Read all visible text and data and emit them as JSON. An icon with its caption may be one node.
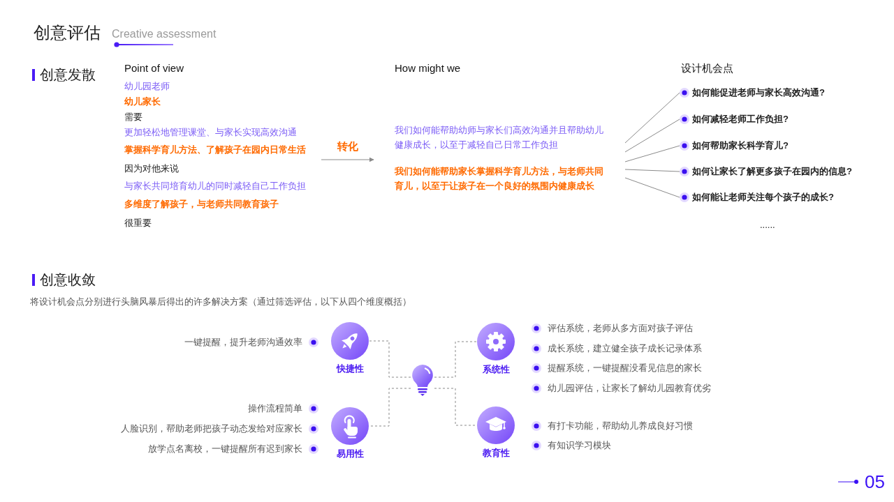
{
  "diagram": {
    "title": "创意评估",
    "nodes": [
      {
        "text": [
          "幼儿园老师",
          "幼儿家长",
          "需要",
          "更加轻松地管理课堂、与家长实现高效沟通",
          "掌握科学育儿方法、了解孩子在园内日常生活",
          "因为对他来说",
          "与家长共同培育幼儿的同时减轻自己工作负担",
          "多维度了解孩子，与老师共同教育孩子",
          "很重要"
        ]
      },
      {
        "text": [
          "我们如何能帮助幼师与家长们高效沟通并且帮助幼儿健康成长，以至于减轻自己日常工作负担",
          "我们如何能帮助家长掌握科学育儿方法，与老师共同育儿，以至于让孩子在一个良好的氛围内健康成长"
        ]
      },
      {
        "text": [
          "如何能促进老师与家长高效沟通?"
        ]
      },
      {
        "text": [
          "如何减轻老师工作负担?"
        ]
      },
      {
        "text": [
          "如何帮助家长科学育儿?"
        ]
      },
      {
        "text": [
          "如何让家长了解更多孩子在园内的信息?"
        ]
      },
      {
        "text": [
          "如何能让老师关注每个孩子的成长?"
        ]
      },
      {
        "text": [
          "快捷性"
        ],
        "beside": [
          "一键提醒，提升老师沟通效率"
        ]
      },
      {
        "text": [
          "系统性"
        ],
        "beside": [
          "评估系统，老师从多方面对孩子评估",
          "成长系统，建立健全孩子成长记录体系",
          "提醒系统，一键提醒没看见信息的家长",
          "幼儿园评估，让家长了解幼儿园教育优劣"
        ]
      },
      {
        "text": [],
        "shape": "picture"
      },
      {
        "text": [
          "易用性"
        ],
        "beside": [
          "操作流程简单",
          "人脸识别，帮助老师把孩子动态发给对应家长",
          "放学点名离校，一键提醒所有迟到家长"
        ]
      },
      {
        "text": [
          "教育性"
        ],
        "beside": [
          "有打卡功能，帮助幼儿养成良好习惯",
          "有知识学习模块"
        ]
      }
    ],
    "edges": [
      {
        "from": 0,
        "to": 1,
        "arrow": "to",
        "label": "转化"
      },
      {
        "from": 1,
        "to": 2,
        "arrow": "none"
      },
      {
        "from": 1,
        "to": 3,
        "arrow": "none"
      },
      {
        "from": 1,
        "to": 4,
        "arrow": "none"
      },
      {
        "from": 1,
        "to": 5,
        "arrow": "none"
      },
      {
        "from": 1,
        "to": 6,
        "arrow": "none"
      },
      {
        "from": 9,
        "to": 7,
        "arrow": "none",
        "style": "dashed"
      },
      {
        "from": 9,
        "to": 8,
        "arrow": "none",
        "style": "dashed"
      },
      {
        "from": 9,
        "to": 10,
        "arrow": "none",
        "style": "dashed"
      },
      {
        "from": 9,
        "to": 11,
        "arrow": "none",
        "style": "dashed"
      }
    ],
    "labels": [
      "Creative assessment",
      "创意发散",
      "Point of view",
      "How might we",
      "设计机会点",
      "......",
      "创意收敛",
      "将设计机会点分别进行头脑风暴后得出的许多解决方案（通过筛选评估，以下从四个维度概括）",
      "05"
    ]
  }
}
